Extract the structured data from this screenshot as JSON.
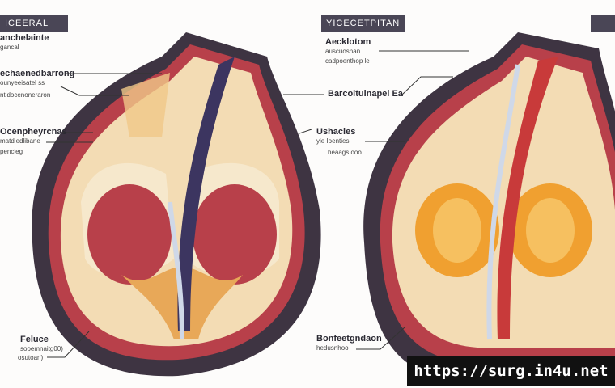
{
  "left_panel": {
    "tag": "ICEERAL",
    "labels": [
      {
        "title": "anchelainte",
        "sub": "gancal"
      },
      {
        "title": "echaenedbarrong",
        "sub": "ounyeeisatel ss"
      },
      {
        "title": "",
        "sub": "ntldocenoneraron"
      },
      {
        "title": "Ocenpheyrcnas",
        "sub": "matdiedlibane"
      },
      {
        "title": "",
        "sub": "pencieg"
      },
      {
        "title": "Feluce",
        "sub": "sooemnaitg00)"
      },
      {
        "title": "",
        "sub": "osutoan)"
      }
    ]
  },
  "right_panel": {
    "tag": "YICECETPITAN",
    "labels": [
      {
        "title": "Aecklotom",
        "sub": "auscuoshan."
      },
      {
        "title": "",
        "sub": "cadpoenthop le"
      },
      {
        "title": "Barcoltuinapel Ea",
        "sub": ""
      },
      {
        "title": "Ushacles",
        "sub": "yie Ioenties"
      },
      {
        "title": "",
        "sub": "heaags ooo"
      },
      {
        "title": "Bonfeetgndaon",
        "sub": "hedusnhoo"
      }
    ]
  },
  "watermark": "https://surg.in4u.net",
  "colors": {
    "outer": "#3e3442",
    "muscle": "#b8404a",
    "tissue": "#f3dcb4",
    "orange": "#f0a030"
  }
}
